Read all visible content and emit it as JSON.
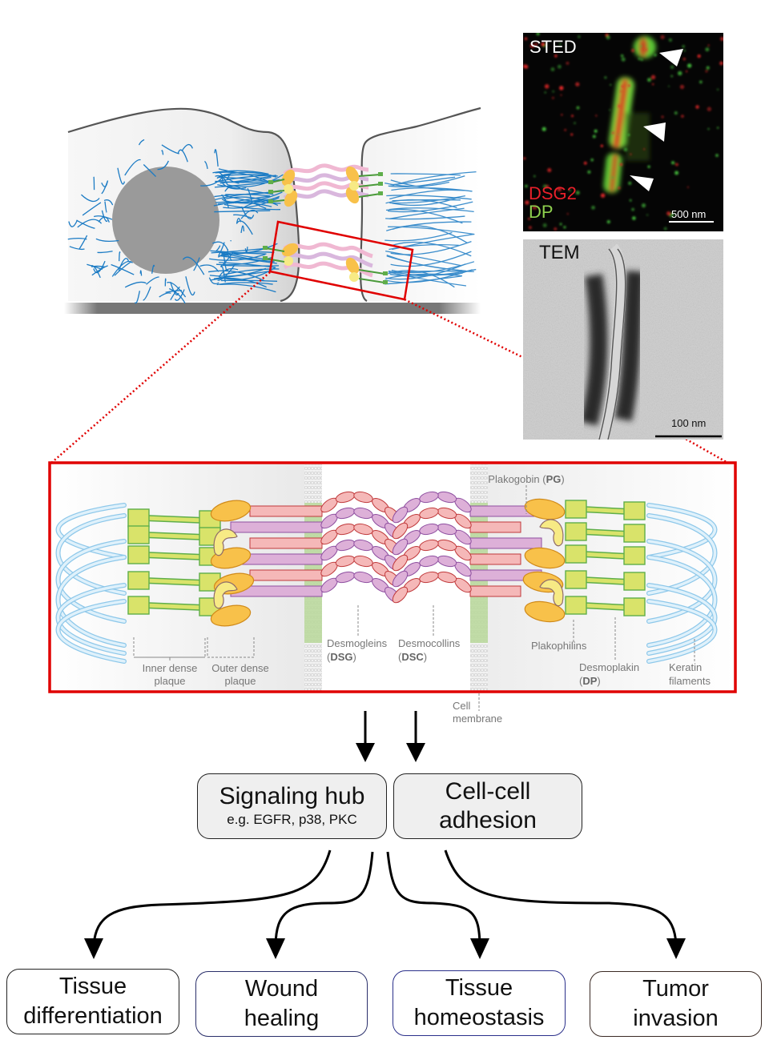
{
  "overview_illustration": {
    "description": "Two adjacent epithelial cells with keratin filaments linked by desmosomes; red box highlights a desmosome",
    "colors": {
      "keratin": "#1b7bc4",
      "nucleus": "#9a9a9a",
      "cell_outline": "#555555",
      "highlight_box": "#e00000"
    }
  },
  "sted_panel": {
    "title": "STED",
    "channels": [
      {
        "label": "DSG2",
        "color": "#e8202a"
      },
      {
        "label": "DP",
        "color": "#8fd14f"
      }
    ],
    "scalebar": "500 nm",
    "arrowheads": 3
  },
  "tem_panel": {
    "title": "TEM",
    "scalebar": "100 nm"
  },
  "desmosome_detail": {
    "labels": {
      "plakoglobin": "Plakogobin (",
      "plakoglobin_abbr": "PG",
      "close_paren": ")",
      "inner_plaque_1": "Inner dense",
      "inner_plaque_2": "plaque",
      "outer_plaque_1": "Outer dense",
      "outer_plaque_2": "plaque",
      "desmogleins": "Desmogleins",
      "desmogleins_abbr": "DSG",
      "desmocollins": "Desmocollins",
      "desmocollins_abbr": "DSC",
      "plakophilins": "Plakophilins",
      "desmoplakin": "Desmoplakin",
      "desmoplakin_abbr": "DP",
      "keratin_1": "Keratin",
      "keratin_2": "filaments",
      "membrane_1": "Cell",
      "membrane_2": "membrane"
    },
    "colors": {
      "keratin": "#bfe3f7",
      "desmoplakin": "#d9e36a",
      "plakoglobin": "#f8c14a",
      "plakophilin": "#f7ea85",
      "desmoglein": "#f5b8b8",
      "desmocollin": "#ddb0d8",
      "membrane": "#b9d89a",
      "frame": "#e00000"
    }
  },
  "flow": {
    "hub": {
      "title": "Signaling hub",
      "subtitle": "e.g. EGFR, p38, PKC"
    },
    "adhesion": {
      "line1": "Cell-cell",
      "line2": "adhesion"
    },
    "outcomes": [
      {
        "line1": "Tissue",
        "line2": "differentiation",
        "border": "#222222"
      },
      {
        "line1": "Wound",
        "line2": "healing",
        "border": "#2a2f6a"
      },
      {
        "line1": "Tissue",
        "line2": "homeostasis",
        "border": "#2a2f8a"
      },
      {
        "line1": "Tumor",
        "line2": "invasion",
        "border": "#3a2a24"
      }
    ]
  }
}
